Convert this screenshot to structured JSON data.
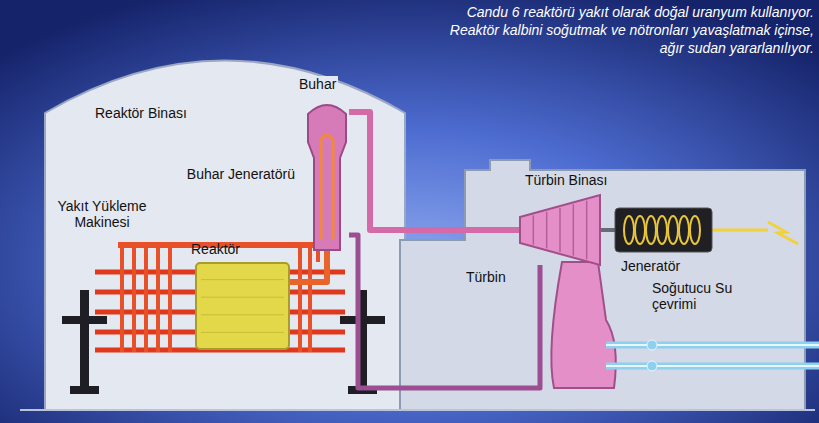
{
  "diagram": {
    "caption": "Candu 6 reaktörü yakıt olarak doğal uranyum kullanıyor. Reaktör kalbini soğutmak ve nötronları yavaşlatmak içinse, ağır sudan yararlanılıyor.",
    "nodes": [
      {
        "text": [
          "Reaktör Binası"
        ]
      },
      {
        "text": [
          "Buhar Jeneratörü"
        ],
        "in": 0
      },
      {
        "text": [
          "Reaktör"
        ],
        "in": 0
      },
      {
        "text": [
          "Türbin Binası"
        ]
      },
      {
        "text": [
          "Türbin"
        ],
        "in": 3
      },
      {
        "text": [
          "Jeneratör"
        ],
        "in": 3
      }
    ],
    "edges": [
      {
        "from": 2,
        "to": 1,
        "arrow": "none"
      },
      {
        "from": 1,
        "to": 4,
        "label": "Buhar",
        "arrow": "none"
      },
      {
        "from": 4,
        "to": 1,
        "arrow": "none"
      },
      {
        "from": 4,
        "to": 5,
        "arrow": "none"
      }
    ],
    "labels": [
      "Yakıt Yükleme Makinesi",
      "Soğutucu Su çevrimi"
    ]
  }
}
